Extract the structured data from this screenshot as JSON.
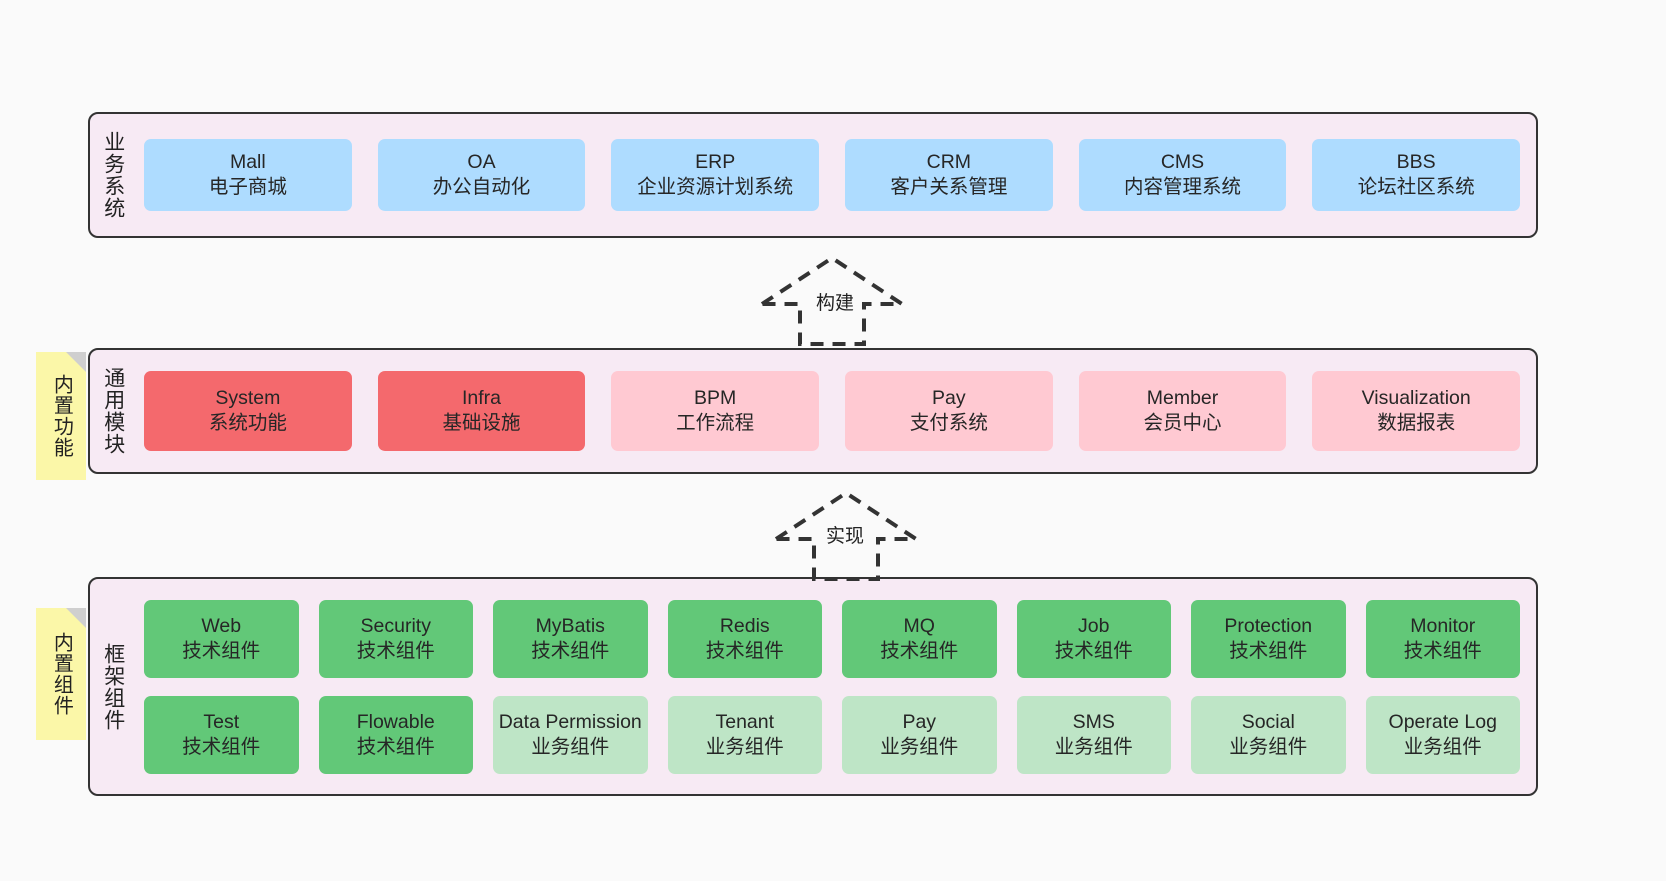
{
  "diagram": {
    "title_note": "",
    "colors": {
      "canvas_bg": "#FAFAFA",
      "layer_bg": "#F7EAF4",
      "layer_border": "#333333",
      "blue": "#AEDCFF",
      "red": "#F4696D",
      "pink": "#FFC9D2",
      "green": "#62C878",
      "green_light": "#BEE5C6",
      "sticky_yellow": "#FBF7A8",
      "sticky_fold": "#CFCFCF"
    }
  },
  "layers": {
    "business": {
      "title": "业务系统",
      "cards": [
        {
          "en": "Mall",
          "cn": "电子商城",
          "color": "blue"
        },
        {
          "en": "OA",
          "cn": "办公自动化",
          "color": "blue"
        },
        {
          "en": "ERP",
          "cn": "企业资源计划系统",
          "color": "blue"
        },
        {
          "en": "CRM",
          "cn": "客户关系管理",
          "color": "blue"
        },
        {
          "en": "CMS",
          "cn": "内容管理系统",
          "color": "blue"
        },
        {
          "en": "BBS",
          "cn": "论坛社区系统",
          "color": "blue"
        }
      ]
    },
    "common": {
      "title": "通用模块",
      "sticky": "内置功能",
      "cards": [
        {
          "en": "System",
          "cn": "系统功能",
          "color": "red"
        },
        {
          "en": "Infra",
          "cn": "基础设施",
          "color": "red"
        },
        {
          "en": "BPM",
          "cn": "工作流程",
          "color": "pink"
        },
        {
          "en": "Pay",
          "cn": "支付系统",
          "color": "pink"
        },
        {
          "en": "Member",
          "cn": "会员中心",
          "color": "pink"
        },
        {
          "en": "Visualization",
          "cn": "数据报表",
          "color": "pink"
        }
      ]
    },
    "framework": {
      "title": "框架组件",
      "sticky": "内置组件",
      "row1": [
        {
          "en": "Web",
          "cn": "技术组件",
          "color": "green"
        },
        {
          "en": "Security",
          "cn": "技术组件",
          "color": "green"
        },
        {
          "en": "MyBatis",
          "cn": "技术组件",
          "color": "green"
        },
        {
          "en": "Redis",
          "cn": "技术组件",
          "color": "green"
        },
        {
          "en": "MQ",
          "cn": "技术组件",
          "color": "green"
        },
        {
          "en": "Job",
          "cn": "技术组件",
          "color": "green"
        },
        {
          "en": "Protection",
          "cn": "技术组件",
          "color": "green"
        },
        {
          "en": "Monitor",
          "cn": "技术组件",
          "color": "green"
        }
      ],
      "row2": [
        {
          "en": "Test",
          "cn": "技术组件",
          "color": "green"
        },
        {
          "en": "Flowable",
          "cn": "技术组件",
          "color": "green"
        },
        {
          "en": "Data Permission",
          "cn": "业务组件",
          "color": "green_light"
        },
        {
          "en": "Tenant",
          "cn": "业务组件",
          "color": "green_light"
        },
        {
          "en": "Pay",
          "cn": "业务组件",
          "color": "green_light"
        },
        {
          "en": "SMS",
          "cn": "业务组件",
          "color": "green_light"
        },
        {
          "en": "Social",
          "cn": "业务组件",
          "color": "green_light"
        },
        {
          "en": "Operate Log",
          "cn": "业务组件",
          "color": "green_light"
        }
      ]
    }
  },
  "arrows": {
    "build": {
      "label": "构建"
    },
    "implement": {
      "label": "实现"
    }
  }
}
